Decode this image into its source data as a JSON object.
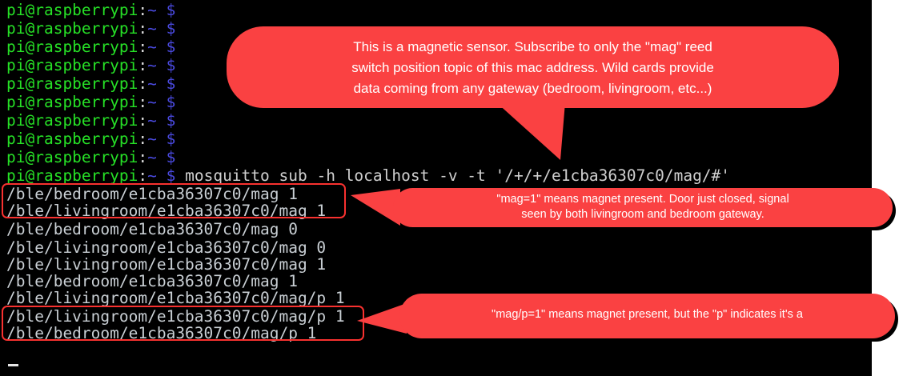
{
  "terminal": {
    "prompt": {
      "user_host": "pi@raspberrypi",
      "colon": ":",
      "path": "~",
      "sigil": "$"
    },
    "empty_prompt_count": 9,
    "command": "mosquitto_sub -h localhost -v -t '/+/+/e1cba36307c0/mag/#'",
    "output_lines": [
      "/ble/bedroom/e1cba36307c0/mag 1",
      "/ble/livingroom/e1cba36307c0/mag 1",
      "/ble/bedroom/e1cba36307c0/mag 0",
      "/ble/livingroom/e1cba36307c0/mag 0",
      "/ble/livingroom/e1cba36307c0/mag 1",
      "/ble/bedroom/e1cba36307c0/mag 1",
      "/ble/livingroom/e1cba36307c0/mag/p 1",
      "/ble/livingroom/e1cba36307c0/mag/p 1",
      "/ble/bedroom/e1cba36307c0/mag/p 1"
    ],
    "cursor": "_",
    "colors": {
      "background": "#000000",
      "prompt_green": "#26e026",
      "prompt_blue": "#4a4ae0",
      "output_text": "#c9cfd4",
      "highlight_red": "#f8312f",
      "bubble_red": "#fa4142"
    }
  },
  "annotations": {
    "callout_1": {
      "text": "This is a magnetic sensor.  Subscribe to only the \"mag\" reed\nswitch position topic of this mac address.  Wild cards provide\ndata coming from any gateway (bedroom, livingroom, etc...)"
    },
    "callout_2": {
      "text": "\"mag=1\" means magnet present.  Door just closed, signal\nseen by both livingroom and bedroom gateway."
    },
    "callout_3": {
      "text": "\"mag/p=1\" means magnet present, but the \"p\" indicates it's a"
    }
  }
}
